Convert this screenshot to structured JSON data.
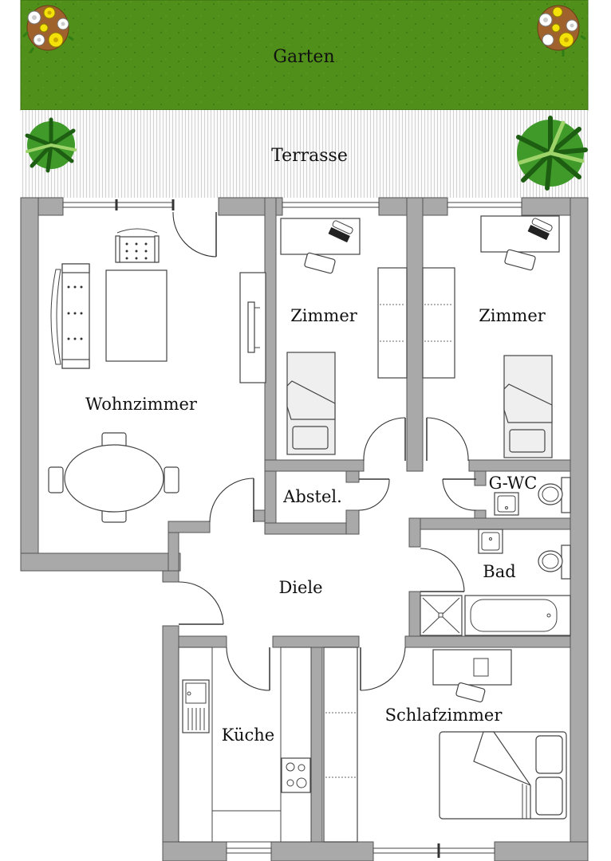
{
  "plan": {
    "colors": {
      "lawn": "#4f8f1a",
      "terrace": "#f6f6f6",
      "wall": "#a9a9a9",
      "floor": "#ffffff"
    },
    "outdoor": {
      "garden_label": "Garten",
      "terrace_label": "Terrasse"
    },
    "rooms": [
      {
        "id": "wohnzimmer",
        "label": "Wohnzimmer"
      },
      {
        "id": "zimmer-1",
        "label": "Zimmer"
      },
      {
        "id": "zimmer-2",
        "label": "Zimmer"
      },
      {
        "id": "abstellraum",
        "label": "Abstel."
      },
      {
        "id": "gaeste-wc",
        "label": "G-WC"
      },
      {
        "id": "bad",
        "label": "Bad"
      },
      {
        "id": "diele",
        "label": "Diele"
      },
      {
        "id": "kueche",
        "label": "Küche"
      },
      {
        "id": "schlafzimmer",
        "label": "Schlafzimmer"
      }
    ]
  }
}
